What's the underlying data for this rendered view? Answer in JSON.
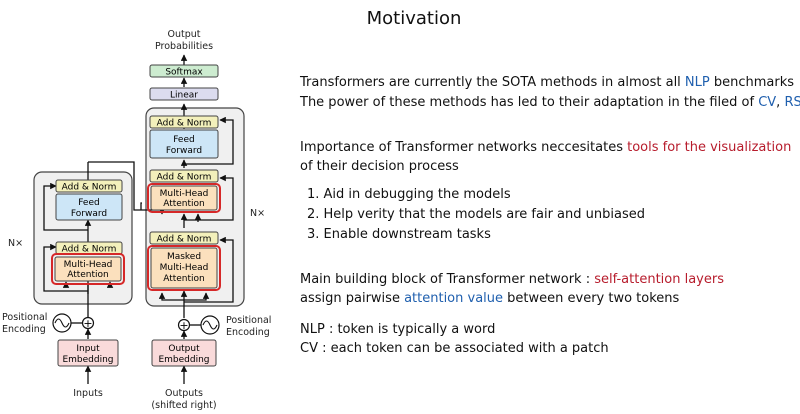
{
  "slide": {
    "title": "Motivation"
  },
  "diagram": {
    "output_probabilities": [
      "Output",
      "Probabilities"
    ],
    "softmax": "Softmax",
    "linear": "Linear",
    "add_norm": "Add & Norm",
    "feed_forward": [
      "Feed",
      "Forward"
    ],
    "multi_head_attention": [
      "Multi-Head",
      "Attention"
    ],
    "masked_multi_head_attention": [
      "Masked",
      "Multi-Head",
      "Attention"
    ],
    "nx": "N×",
    "positional_encoding": [
      "Positional",
      "Encoding"
    ],
    "input_embedding": [
      "Input",
      "Embedding"
    ],
    "output_embedding": [
      "Output",
      "Embedding"
    ],
    "inputs": "Inputs",
    "outputs": [
      "Outputs",
      "(shifted right)"
    ],
    "plus": "+"
  },
  "text": {
    "p1": {
      "before": "Transformers are currently the SOTA methods in almost all ",
      "nlp": "NLP",
      "after": " benchmarks"
    },
    "p2": {
      "before": "The power of these methods has led to their adaptation in the filed of ",
      "cv": "CV",
      "sep": ", ",
      "rs": "RS"
    },
    "p3": {
      "before": "Importance of Transformer networks neccesitates ",
      "highlight": "tools for the visualization"
    },
    "p4": "of their decision process",
    "steps": [
      "1. Aid in debugging the models",
      "2. Help verity that the models are fair and unbiased",
      "3. Enable downstream tasks"
    ],
    "p5": {
      "before": "Main building block of Transformer network : ",
      "highlight": "self-attention layers"
    },
    "p6": {
      "before": "assign pairwise ",
      "highlight": "attention value",
      "after": " between every two tokens"
    },
    "p7": "NLP : token is typically a word",
    "p8": "CV : each token can be associated with a patch"
  },
  "colors": {
    "text_blue": "#1f5fae",
    "text_red": "#b71c2c",
    "add_norm_fill": "#f3f0bb",
    "feed_forward_fill": "#cde6f7",
    "attention_fill": "#fbe0bd",
    "attention_highlight": "#d62828",
    "embedding_fill": "#f9dada",
    "softmax_fill": "#cdecd0",
    "linear_fill": "#dcdcef",
    "stack_fill": "#f0f0f0"
  }
}
